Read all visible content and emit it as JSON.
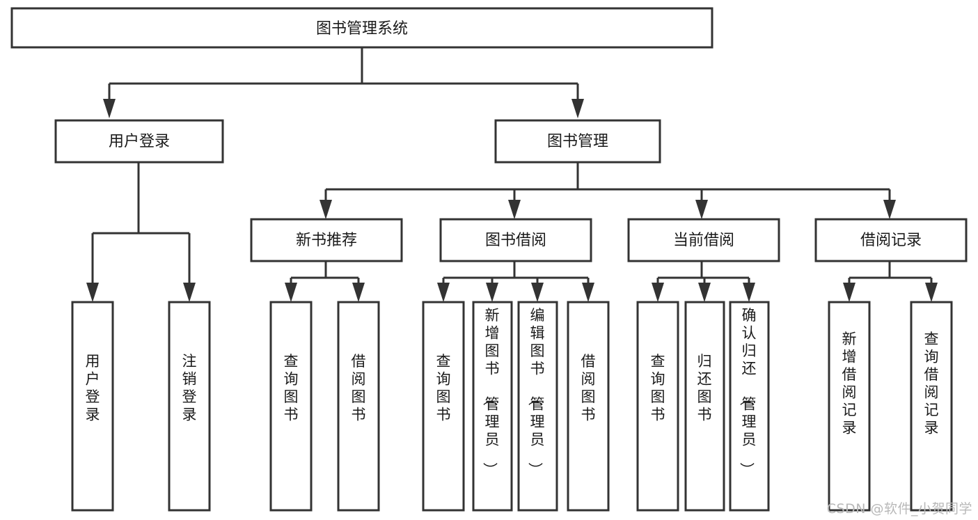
{
  "diagram": {
    "type": "tree-hierarchy",
    "title": "图书管理系统",
    "orientation": "top-down",
    "colors": {
      "box_stroke": "#333333",
      "box_fill": "#ffffff",
      "text": "#1a1a1a",
      "background": "#ffffff",
      "watermark": "#b8b8b8"
    },
    "levels": {
      "root": {
        "label": "图书管理系统"
      },
      "level2": [
        {
          "id": "user-login",
          "label": "用户登录"
        },
        {
          "id": "book-management",
          "label": "图书管理"
        }
      ],
      "level3": [
        {
          "id": "new-book-recommend",
          "label": "新书推荐",
          "parent": "book-management"
        },
        {
          "id": "book-borrow",
          "label": "图书借阅",
          "parent": "book-management"
        },
        {
          "id": "current-borrow",
          "label": "当前借阅",
          "parent": "book-management"
        },
        {
          "id": "borrow-record",
          "label": "借阅记录",
          "parent": "book-management"
        }
      ],
      "leaves": [
        {
          "id": "leaf-user-login",
          "label": "用户登录",
          "parent": "user-login"
        },
        {
          "id": "leaf-logout-login",
          "label": "注销登录",
          "parent": "user-login"
        },
        {
          "id": "leaf-query-book-1",
          "label": "查询图书",
          "parent": "new-book-recommend"
        },
        {
          "id": "leaf-borrow-book-1",
          "label": "借阅图书",
          "parent": "new-book-recommend"
        },
        {
          "id": "leaf-query-book-2",
          "label": "查询图书",
          "parent": "book-borrow"
        },
        {
          "id": "leaf-add-book",
          "label": "新增图书（管理员）",
          "parent": "book-borrow"
        },
        {
          "id": "leaf-edit-book",
          "label": "编辑图书（管理员）",
          "parent": "book-borrow"
        },
        {
          "id": "leaf-borrow-book-2",
          "label": "借阅图书",
          "parent": "book-borrow"
        },
        {
          "id": "leaf-query-book-3",
          "label": "查询图书",
          "parent": "current-borrow"
        },
        {
          "id": "leaf-return-book",
          "label": "归还图书",
          "parent": "current-borrow"
        },
        {
          "id": "leaf-confirm-return",
          "label": "确认归还（管理员）",
          "parent": "current-borrow"
        },
        {
          "id": "leaf-add-record",
          "label": "新增借阅记录",
          "parent": "borrow-record"
        },
        {
          "id": "leaf-query-record",
          "label": "查询借阅记录",
          "parent": "borrow-record"
        }
      ]
    },
    "watermark": "CSDN @软件_小贺同学"
  }
}
